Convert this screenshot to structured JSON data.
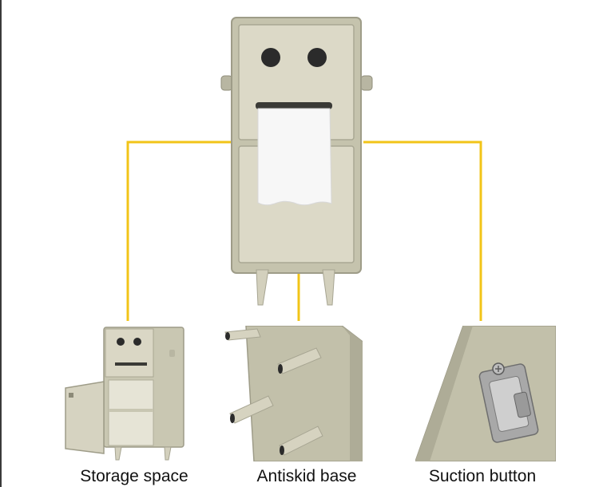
{
  "captions": {
    "left": "Storage space",
    "middle": "Antiskid base",
    "right": "Suction button"
  },
  "colors": {
    "callout_line": "#f2c418",
    "cabinet_body": "#c9c7b2",
    "cabinet_face": "#d9d6c4",
    "cabinet_edge": "#9e9c88",
    "dark_hole": "#2b2b2b",
    "tissue": "#f7f7f7",
    "metal": "#a8a8a8"
  }
}
